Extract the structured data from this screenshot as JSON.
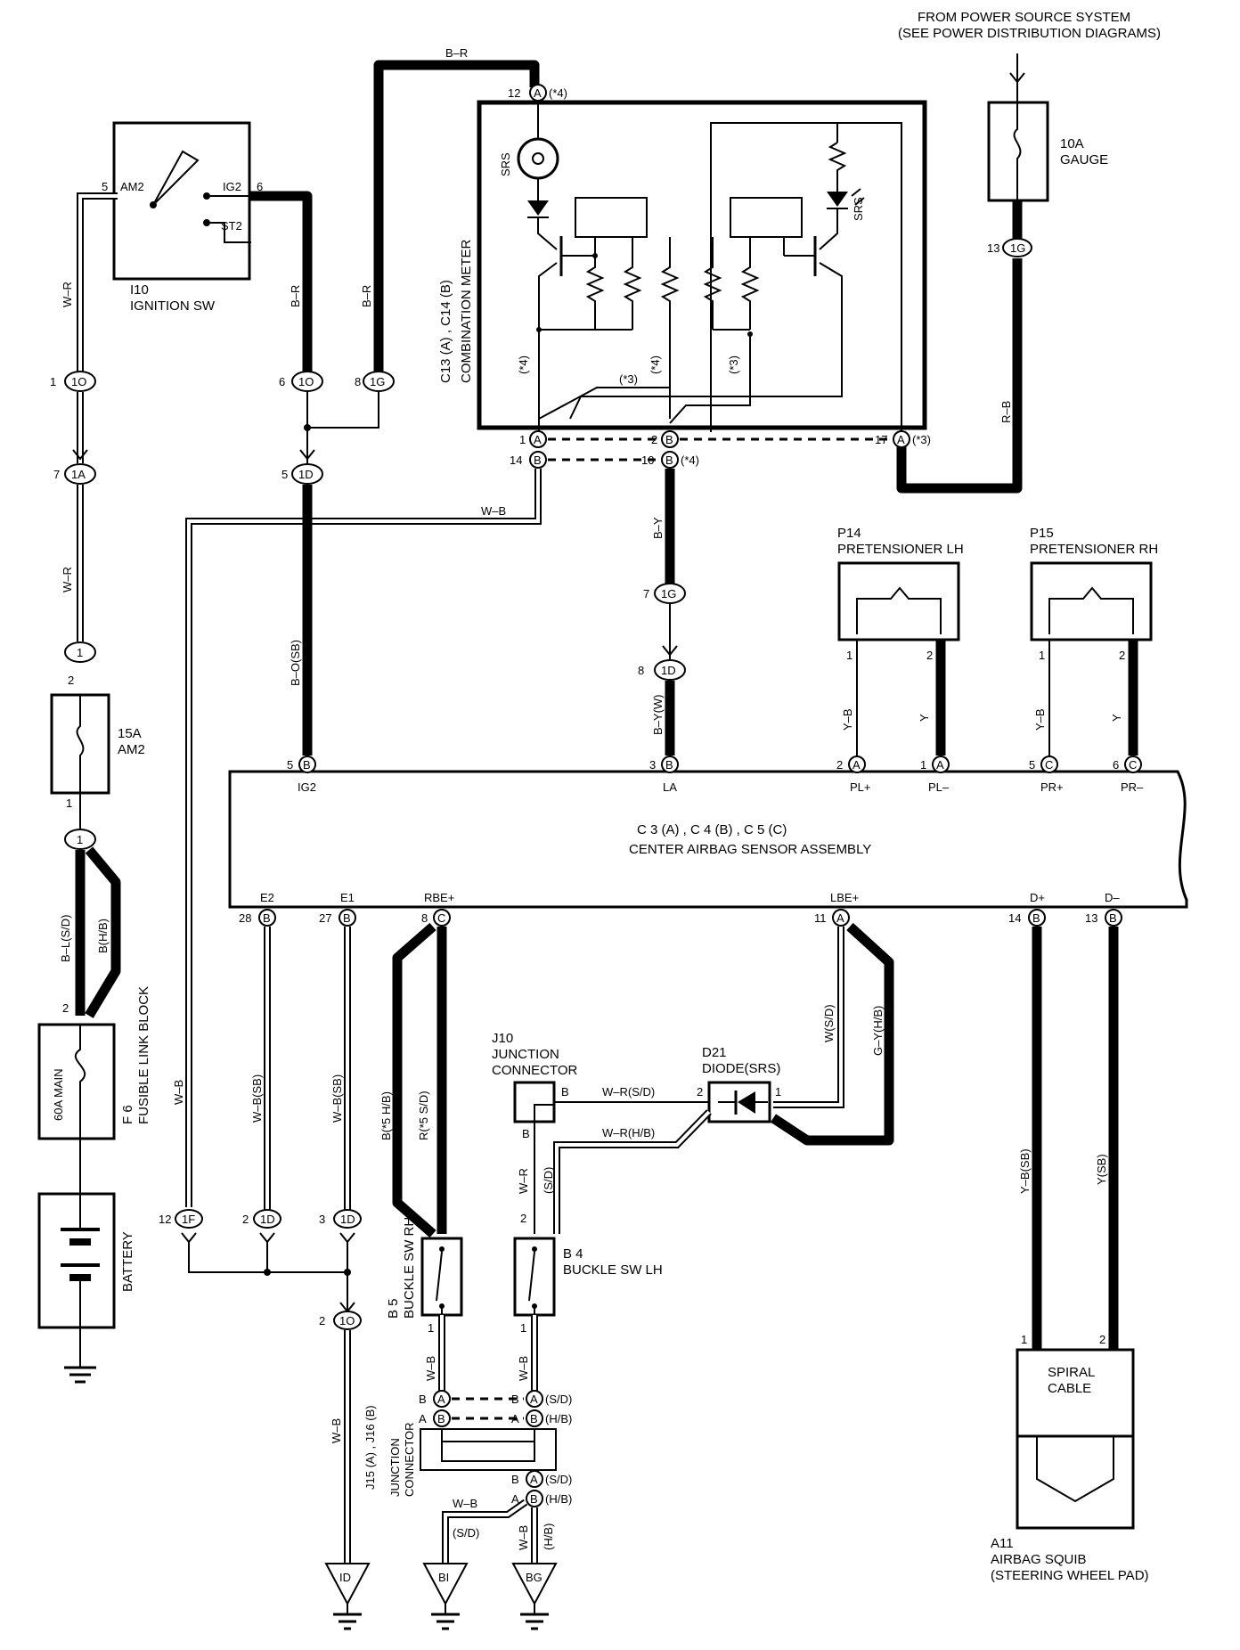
{
  "power_source": {
    "line1": "FROM POWER SOURCE SYSTEM",
    "line2": "(SEE POWER DISTRIBUTION DIAGRAMS)"
  },
  "fuse_gauge": {
    "rating": "10A",
    "name": "GAUGE"
  },
  "fuse_am2": {
    "rating": "15A",
    "name": "AM2"
  },
  "fusible_link": {
    "id": "F 6",
    "name": "FUSIBLE LINK BLOCK",
    "element": "60A MAIN"
  },
  "battery": {
    "name": "BATTERY"
  },
  "ignition_sw": {
    "id": "I10",
    "name": "IGNITION SW",
    "am2": "AM2",
    "ig2": "IG2",
    "st2": "ST2",
    "pin_am2": "5",
    "pin_ig2": "6"
  },
  "combination_meter": {
    "ids": "C13 (A) , C14 (B)",
    "name": "COMBINATION METER",
    "srs": "SRS"
  },
  "center_sensor": {
    "ids": "C 3 (A) , C 4 (B) , C 5 (C)",
    "name": "CENTER AIRBAG SENSOR ASSEMBLY",
    "terminals_top": [
      "IG2",
      "LA",
      "PL+",
      "PL–",
      "PR+",
      "PR–"
    ],
    "terminals_bottom": [
      "E2",
      "E1",
      "RBE+",
      "LBE+",
      "D+",
      "D–"
    ]
  },
  "pretensioner_lh": {
    "id": "P14",
    "name": "PRETENSIONER LH"
  },
  "pretensioner_rh": {
    "id": "P15",
    "name": "PRETENSIONER RH"
  },
  "junction_j10": {
    "id": "J10",
    "name": "JUNCTION",
    "name2": "CONNECTOR"
  },
  "diode": {
    "id": "D21",
    "name": "DIODE(SRS)"
  },
  "buckle_rh": {
    "id": "B 5",
    "name": "BUCKLE SW RH"
  },
  "buckle_lh": {
    "id": "B 4",
    "name": "BUCKLE SW LH"
  },
  "junction_j15": {
    "ids": "J15 (A) , J16 (B)",
    "name": "JUNCTION",
    "name2": "CONNECTOR"
  },
  "spiral_cable": {
    "line1": "SPIRAL",
    "line2": "CABLE"
  },
  "airbag_squib": {
    "id": "A11",
    "line1": "AIRBAG SQUIB",
    "line2": "(STEERING WHEEL PAD)"
  },
  "grounds": [
    "ID",
    "BI",
    "BG"
  ],
  "wire_colors": {
    "br": "B–R",
    "wr": "W–R",
    "wb": "W–B",
    "by": "B–Y",
    "byw": "B–Y(W)",
    "bosb": "B–O(SB)",
    "bls": "B–L(S/D)",
    "bhb": "B(H/B)",
    "rb": "R–B",
    "yb": "Y–B",
    "y": "Y",
    "wbsb": "W–B(SB)",
    "b5hb": "B(*5 H/B)",
    "r5sd": "R(*5 S/D)",
    "wsd": "W(S/D)",
    "gyhb": "G–Y(H/B)",
    "wrsd": "W–R(S/D)",
    "wrhb": "W–R(H/B)",
    "sd": "(S/D)",
    "hb": "(H/B)",
    "ybsb": "Y–B(SB)",
    "ysb": "Y(SB)"
  },
  "notes": {
    "n3": "(*3)",
    "n4": "(*4)"
  }
}
